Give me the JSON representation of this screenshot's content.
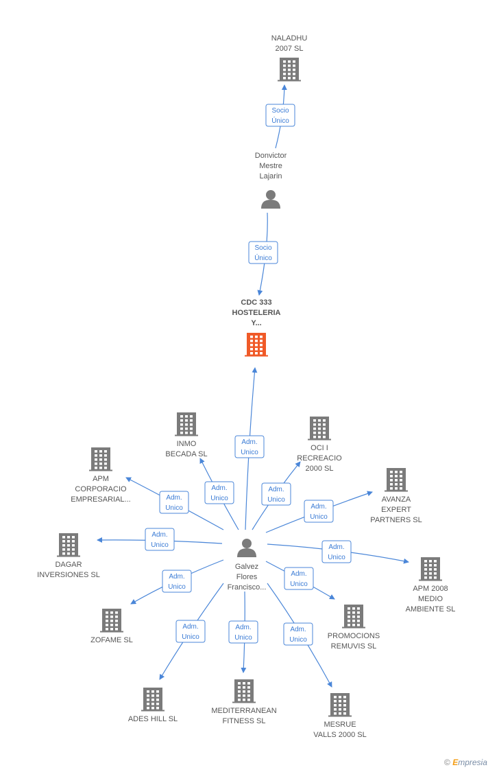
{
  "colors": {
    "edge": "#4a86d8",
    "company": "#7b7b7b",
    "company_focus": "#f05a28",
    "person": "#7b7b7b",
    "label": "#555555"
  },
  "nodes": {
    "naladhu": {
      "lines": [
        "NALADHU",
        "2007 SL"
      ],
      "type": "company"
    },
    "donvictor": {
      "lines": [
        "Donvictor",
        "Mestre",
        "Lajarin"
      ],
      "type": "person"
    },
    "cdc": {
      "lines": [
        "CDC 333",
        "HOSTELERIA",
        "Y..."
      ],
      "type": "company-focus"
    },
    "galvez": {
      "lines": [
        "Galvez",
        "Flores",
        "Francisco..."
      ],
      "type": "person"
    },
    "inmo": {
      "lines": [
        "INMO",
        "BECADA SL"
      ],
      "type": "company"
    },
    "oci": {
      "lines": [
        "OCI I",
        "RECREACIO",
        "2000 SL"
      ],
      "type": "company"
    },
    "apm_corp": {
      "lines": [
        "APM",
        "CORPORACIO",
        "EMPRESARIAL..."
      ],
      "type": "company"
    },
    "avanza": {
      "lines": [
        "AVANZA",
        "EXPERT",
        "PARTNERS SL"
      ],
      "type": "company"
    },
    "dagar": {
      "lines": [
        "DAGAR",
        "INVERSIONES SL"
      ],
      "type": "company"
    },
    "apm2008": {
      "lines": [
        "APM 2008",
        "MEDIO",
        "AMBIENTE SL"
      ],
      "type": "company"
    },
    "zofame": {
      "lines": [
        "ZOFAME SL"
      ],
      "type": "company"
    },
    "promocions": {
      "lines": [
        "PROMOCIONS",
        "REMUVIS SL"
      ],
      "type": "company"
    },
    "ades": {
      "lines": [
        "ADES HILL SL"
      ],
      "type": "company"
    },
    "mediterranean": {
      "lines": [
        "MEDITERRANEAN",
        "FITNESS SL"
      ],
      "type": "company"
    },
    "mesrue": {
      "lines": [
        "MESRUE",
        "VALLS 2000 SL"
      ],
      "type": "company"
    }
  },
  "edges": {
    "donvictor_naladhu": [
      "Socio",
      "Único"
    ],
    "donvictor_cdc": [
      "Socio",
      "Único"
    ],
    "galvez_cdc": [
      "Adm.",
      "Unico"
    ],
    "galvez_inmo": [
      "Adm.",
      "Unico"
    ],
    "galvez_oci": [
      "Adm.",
      "Unico"
    ],
    "galvez_apm_corp": [
      "Adm.",
      "Unico"
    ],
    "galvez_avanza": [
      "Adm.",
      "Unico"
    ],
    "galvez_dagar": [
      "Adm.",
      "Unico"
    ],
    "galvez_apm2008": [
      "Adm.",
      "Unico"
    ],
    "galvez_zofame": [
      "Adm.",
      "Unico"
    ],
    "galvez_promocions": [
      "Adm.",
      "Unico"
    ],
    "galvez_ades": [
      "Adm.",
      "Unico"
    ],
    "galvez_mediterranean": [
      "Adm.",
      "Unico"
    ],
    "galvez_mesrue": [
      "Adm.",
      "Unico"
    ]
  },
  "credit": {
    "symbol": "©",
    "brand_initial": "E",
    "brand_rest": "mpresia"
  }
}
